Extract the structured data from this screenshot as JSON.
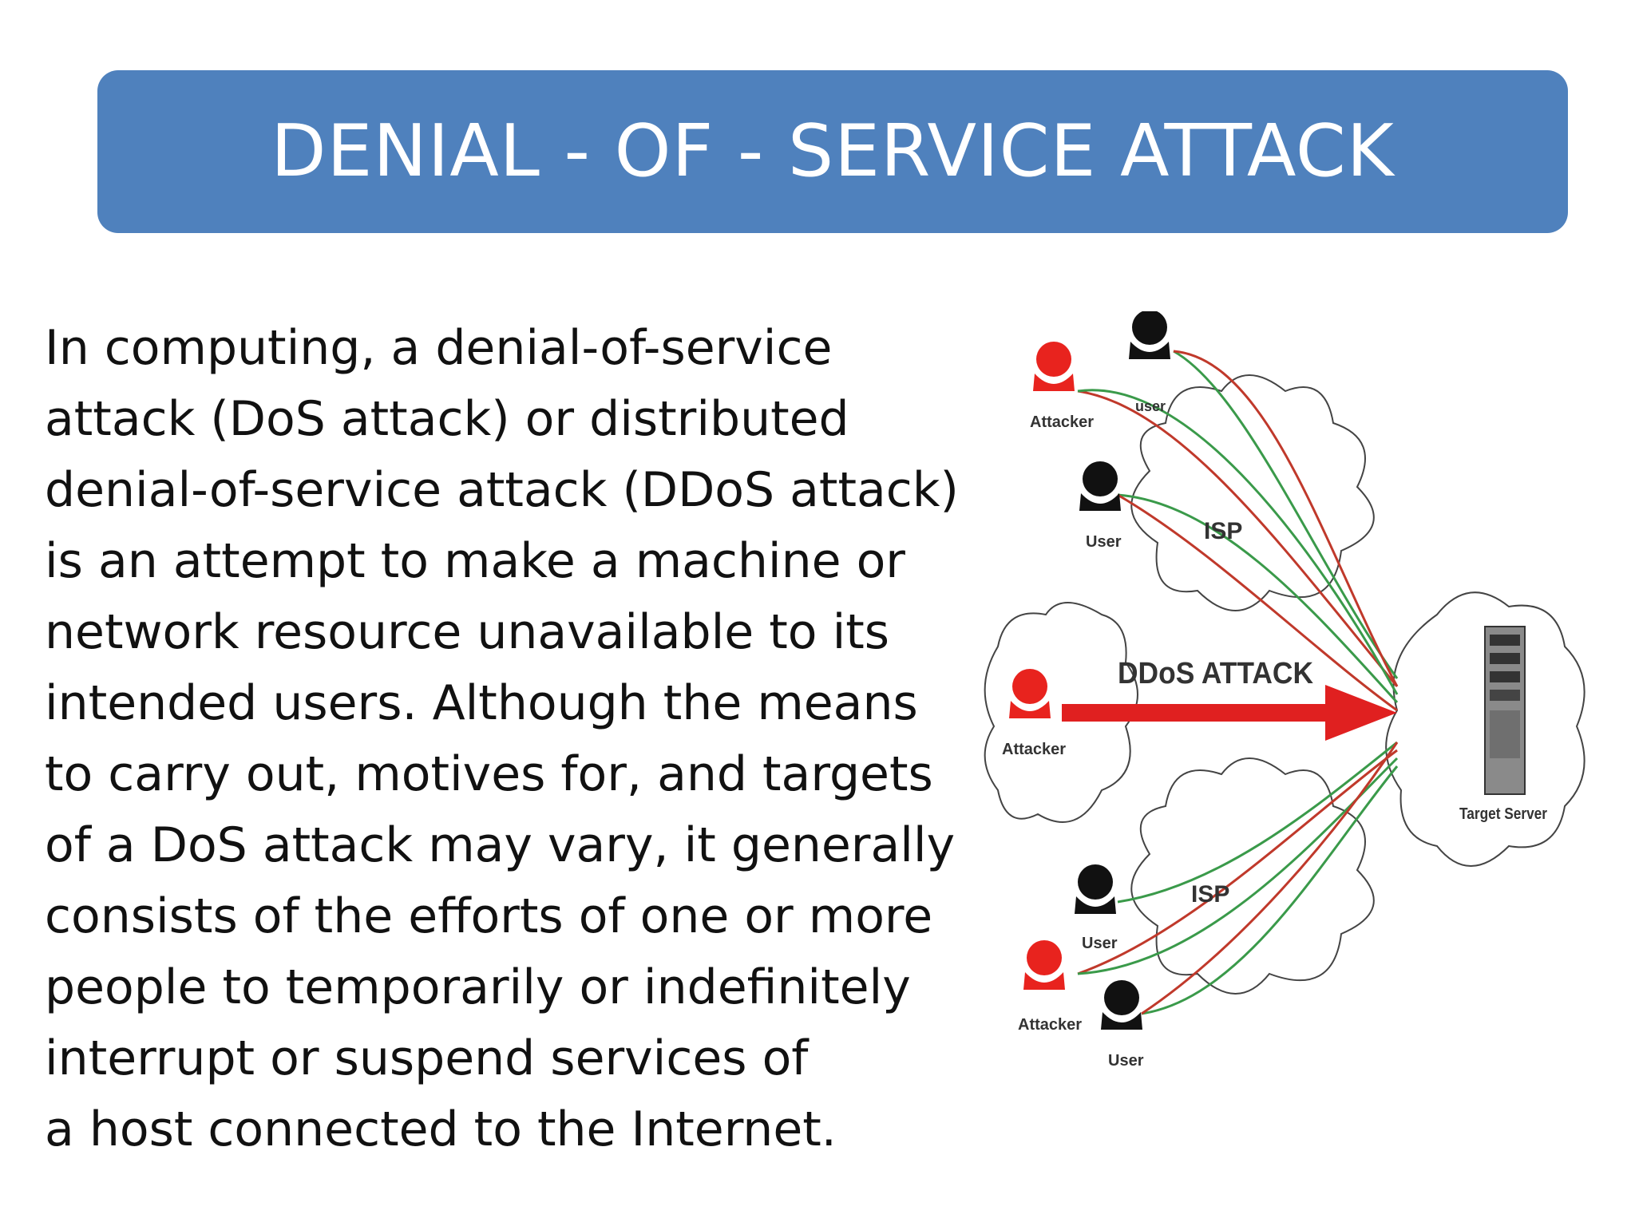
{
  "slide": {
    "title": "DENIAL - OF - SERVICE ATTACK",
    "body_lines": [
      "In computing, a denial-of-service",
      "attack (DoS attack) or distributed",
      "denial-of-service attack (DDoS attack)",
      "is an attempt to make a machine or",
      "network resource unavailable to its",
      "intended users. Although the means",
      "to carry out, motives for, and targets",
      "of a DoS attack may vary, it generally",
      "consists of the efforts of one or more",
      "people to temporarily or indefinitely",
      "interrupt or suspend services of",
      "a host connected to the Internet."
    ]
  },
  "diagram": {
    "attack_label": "DDoS ATTACK",
    "isp_label": "ISP",
    "target_label": "Target Server",
    "labels": {
      "attacker": "Attacker",
      "user_lower": "user",
      "user": "User"
    }
  },
  "colors": {
    "banner": "#4f81bd",
    "banner_text": "#ffffff",
    "attack_arrow": "#e02020",
    "attacker_figure": "#e8231e",
    "user_figure": "#111111",
    "user_flow_line": "#3a9a4a",
    "attacker_flow_line": "#c0392b"
  }
}
